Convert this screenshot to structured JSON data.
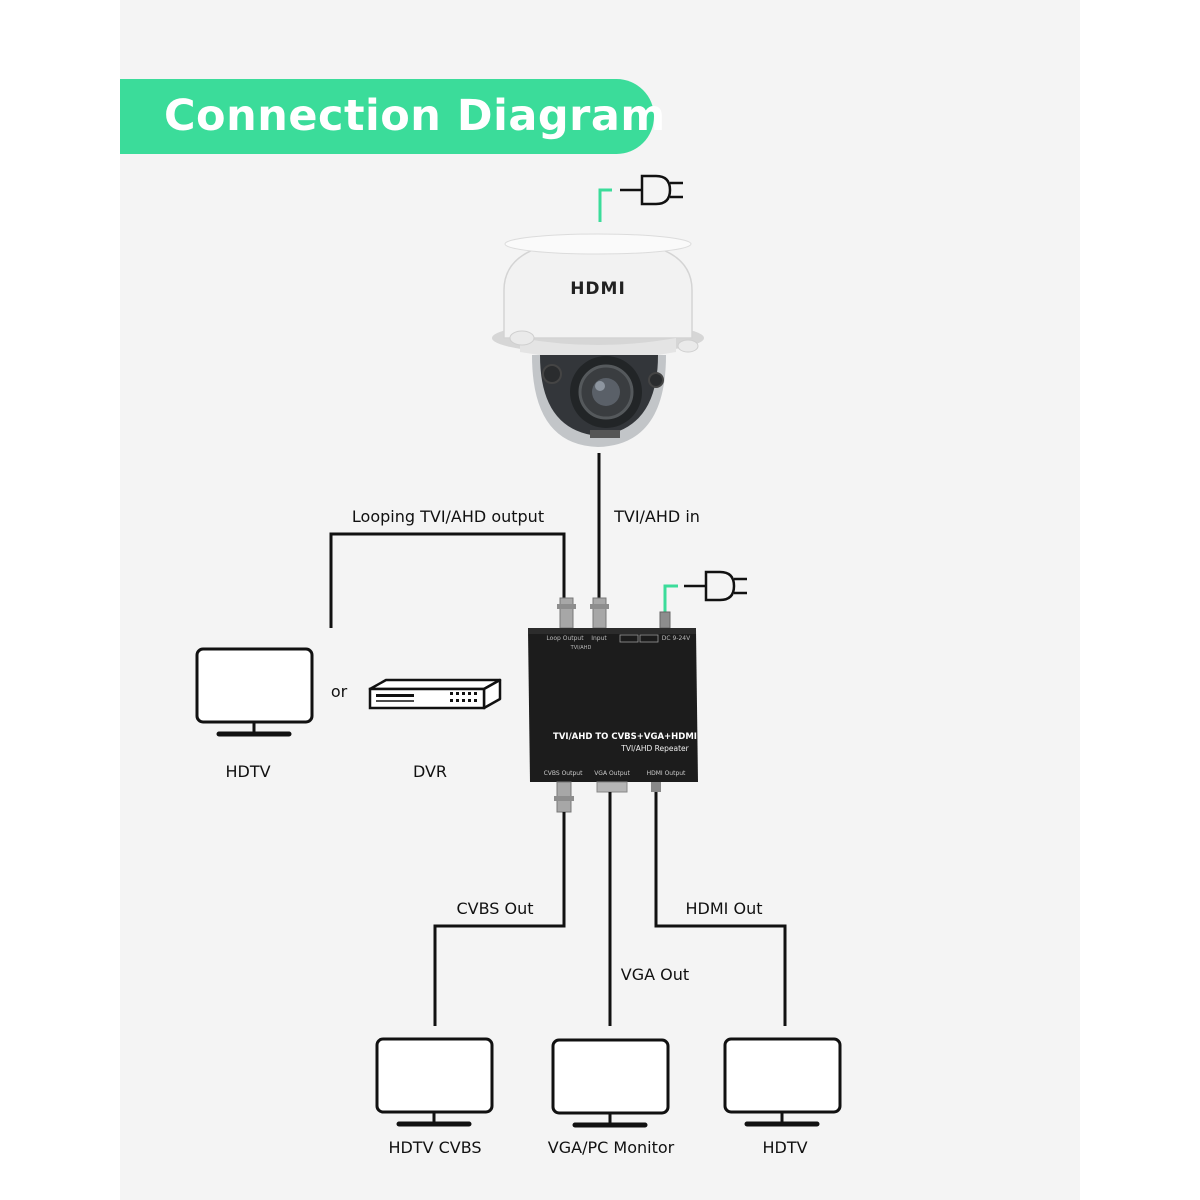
{
  "title": "Connection Diagram",
  "camera": {
    "brand_text": "HDMI"
  },
  "converter": {
    "top_labels": [
      "Loop Output",
      "Input",
      "TVI/AHD",
      "DC 9-24V"
    ],
    "main_text": "TVI/AHD TO CVBS+VGA+HDMI",
    "sub_text": "TVI/AHD Repeater",
    "bottom_labels": [
      "CVBS Output",
      "VGA Output",
      "HDMI Output"
    ]
  },
  "labels": {
    "looping": "Looping TVI/AHD output",
    "tvi_in": "TVI/AHD in",
    "or": "or",
    "hdtv_left": "HDTV",
    "dvr": "DVR",
    "cvbs_out": "CVBS Out",
    "hdmi_out": "HDMI Out",
    "vga_out": "VGA Out",
    "hdtv_cvbs": "HDTV CVBS",
    "vga_monitor": "VGA/PC Monitor",
    "hdtv_right": "HDTV"
  },
  "colors": {
    "accent": "#3bdc9a",
    "line": "#111111",
    "device": "#1c1c1c"
  }
}
